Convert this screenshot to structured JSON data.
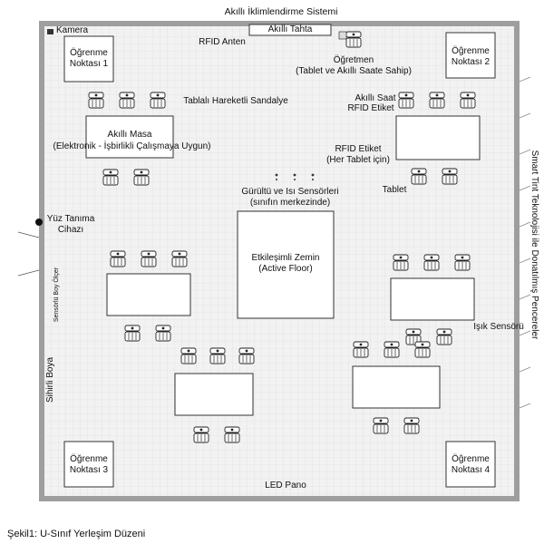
{
  "title": "Akıllı İklimlendirme Sistemi",
  "board": "Akıllı Tahta",
  "rfid_antenna": "RFID Anten",
  "camera": "Kamera",
  "teacher": {
    "line1": "Öğretmen",
    "line2": "(Tablet ve Akıllı Saate Sahip)"
  },
  "learning_points": [
    {
      "line1": "Öğrenme",
      "line2": "Noktası 1"
    },
    {
      "line1": "Öğrenme",
      "line2": "Noktası 2"
    },
    {
      "line1": "Öğrenme",
      "line2": "Noktası 3"
    },
    {
      "line1": "Öğrenme",
      "line2": "Noktası 4"
    }
  ],
  "chair_label": "Tablalı Hareketli Sandalye",
  "smart_desk": {
    "line1": "Akıllı Masa",
    "line2": "(Elektronik - İşbirlikli Çalışmaya Uygun)"
  },
  "smart_watch": {
    "line1": "Akıllı Saat",
    "line2": "RFID Etiket"
  },
  "rfid_tag": {
    "line1": "RFID Etiket",
    "line2": "(Her Tablet için)"
  },
  "tablet": "Tablet",
  "sensors": {
    "line1": "Gürültü ve Isı Sensörleri",
    "line2": "(sınıfın merkezinde)"
  },
  "floor": {
    "line1": "Etkileşimli Zemin",
    "line2": "(Active Floor)"
  },
  "face_device": {
    "line1": "Yüz Tanıma",
    "line2": "Cihazı"
  },
  "sensor_board": "Sensörlü Boy Ölçer",
  "magic_paint": "Sihirli Boya",
  "light_sensor": "Işık Sensörü",
  "windows": "Smart Tint Teknolojisi ile Donatılmış Pencereler",
  "led": "LED Pano",
  "caption": "Şekil1: U-Sınıf Yerleşim Düzeni"
}
